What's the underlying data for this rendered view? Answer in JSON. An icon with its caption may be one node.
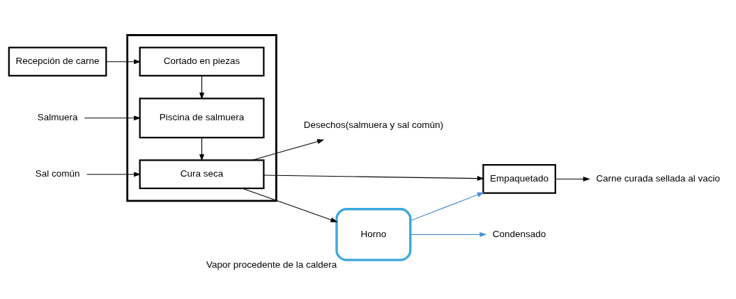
{
  "diagram": {
    "nodes": [
      {
        "text": [
          "Recepción de carne"
        ]
      },
      {
        "text": [],
        "shape": "box"
      },
      {
        "text": [
          "Cortado en piezas"
        ],
        "in": 1
      },
      {
        "text": [
          "Piscina de salmuera"
        ],
        "in": 1
      },
      {
        "text": [
          "Cura seca"
        ],
        "in": 1
      },
      {
        "text": [
          "Salmuera"
        ]
      },
      {
        "text": [
          "Sal común"
        ]
      },
      {
        "text": [
          "Desechos(salmuera y sal común)"
        ]
      },
      {
        "text": [
          "Empaquetado"
        ]
      },
      {
        "text": [
          "Carne curada sellada al vacio"
        ]
      },
      {
        "text": [
          "Horno"
        ],
        "beside": [
          "Vapor procedente de la caldera"
        ]
      },
      {
        "text": [
          "Condensado"
        ]
      }
    ],
    "edges": [
      {
        "from": 0,
        "to": 2,
        "arrow": "to"
      },
      {
        "from": 5,
        "to": 3,
        "arrow": "to"
      },
      {
        "from": 6,
        "to": 4,
        "arrow": "to"
      },
      {
        "from": 2,
        "to": 3,
        "arrow": "to"
      },
      {
        "from": 3,
        "to": 4,
        "arrow": "to"
      },
      {
        "from": 4,
        "to": 7,
        "arrow": "to"
      },
      {
        "from": 4,
        "to": 8,
        "arrow": "to"
      },
      {
        "from": 4,
        "to": 10,
        "arrow": "to"
      },
      {
        "from": 8,
        "to": 9,
        "arrow": "to"
      },
      {
        "from": 10,
        "to": 8,
        "arrow": "to",
        "color": "#4a90d0"
      },
      {
        "from": 10,
        "to": 11,
        "arrow": "to",
        "color": "#4a90d0"
      }
    ]
  }
}
